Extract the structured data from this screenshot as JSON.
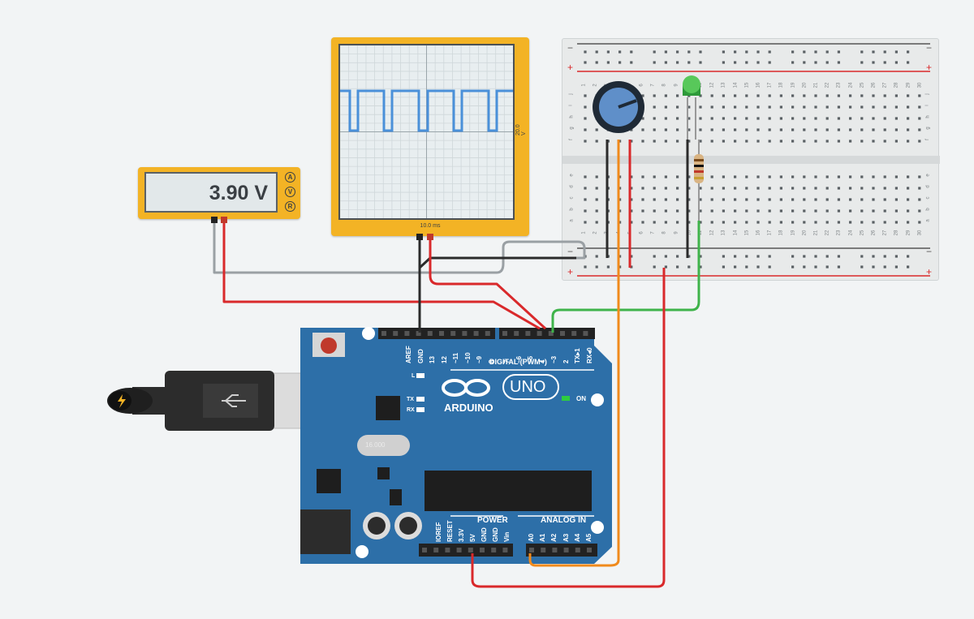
{
  "multimeter": {
    "reading": "3.90 V",
    "modes": [
      "A",
      "V",
      "R"
    ]
  },
  "oscilloscope": {
    "time_scale": "10.0 ms",
    "volt_scale": "20.0 V"
  },
  "breadboard": {
    "rail_symbols": {
      "minus": "−",
      "plus": "+"
    },
    "top_row_letters": [
      "j",
      "i",
      "h",
      "g",
      "f"
    ],
    "bottom_row_letters": [
      "e",
      "d",
      "c",
      "b",
      "a"
    ],
    "columns": [
      "1",
      "2",
      "3",
      "4",
      "5",
      "6",
      "7",
      "8",
      "9",
      "10",
      "11",
      "12",
      "13",
      "14",
      "15",
      "16",
      "17",
      "18",
      "19",
      "20",
      "21",
      "22",
      "23",
      "24",
      "25",
      "26",
      "27",
      "28",
      "29",
      "30"
    ]
  },
  "arduino": {
    "brand": "ARDUINO",
    "model": "UNO",
    "on_label": "ON",
    "digital_header": "DIGITAL (PWM~)",
    "digital_pins_left": [
      "AREF",
      "GND",
      "13",
      "12",
      "~11",
      "~10",
      "~9",
      "8"
    ],
    "digital_pins_right": [
      "7",
      "~6",
      "~5",
      "4",
      "~3",
      "2",
      "TX▸1",
      "RX◂0"
    ],
    "led_labels": [
      "L",
      "TX",
      "RX"
    ],
    "power_header": "POWER",
    "analog_header": "ANALOG IN",
    "power_pins": [
      "IOREF",
      "RESET",
      "3.3V",
      "5V",
      "GND",
      "GND",
      "Vin"
    ],
    "analog_pins": [
      "A0",
      "A1",
      "A2",
      "A3",
      "A4",
      "A5"
    ],
    "crystal_label": "16.000"
  },
  "colors": {
    "board": "#2d6fa8",
    "instrument_body": "#f3b325",
    "wire_red": "#d9292b",
    "wire_black": "#2b2b2b",
    "wire_orange": "#f08a1c",
    "wire_green": "#3fb34a",
    "wire_gray": "#9aa0a4",
    "trace": "#4a90d9"
  }
}
